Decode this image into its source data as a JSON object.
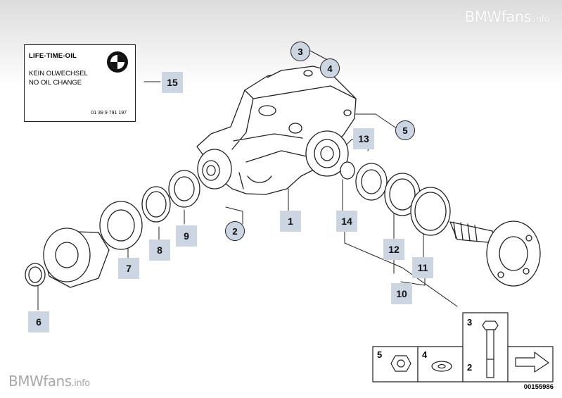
{
  "watermark": {
    "top_brand": "BMWfans",
    "top_tld": ".info",
    "bottom_brand": "BMWfans",
    "bottom_tld": ".info"
  },
  "label_card": {
    "title": "LIFE-TIME-OIL",
    "line1": "KEIN OLWECHSEL",
    "line2": "NO OIL CHANGE",
    "part_number": "01 39 9 791 197"
  },
  "callouts": {
    "part1": "1",
    "part2": "2",
    "part3": "3",
    "part4": "4",
    "part5": "5",
    "part6": "6",
    "part7": "7",
    "part8": "8",
    "part9": "9",
    "part10": "10",
    "part11": "11",
    "part12": "12",
    "part13": "13",
    "part14": "14",
    "part15": "15"
  },
  "inset": {
    "n5": "5",
    "n4": "4",
    "n3": "3",
    "n2": "2"
  },
  "reference_number": "00155986",
  "colors": {
    "callout_fill": "#ccd6e2",
    "line": "#222222"
  }
}
